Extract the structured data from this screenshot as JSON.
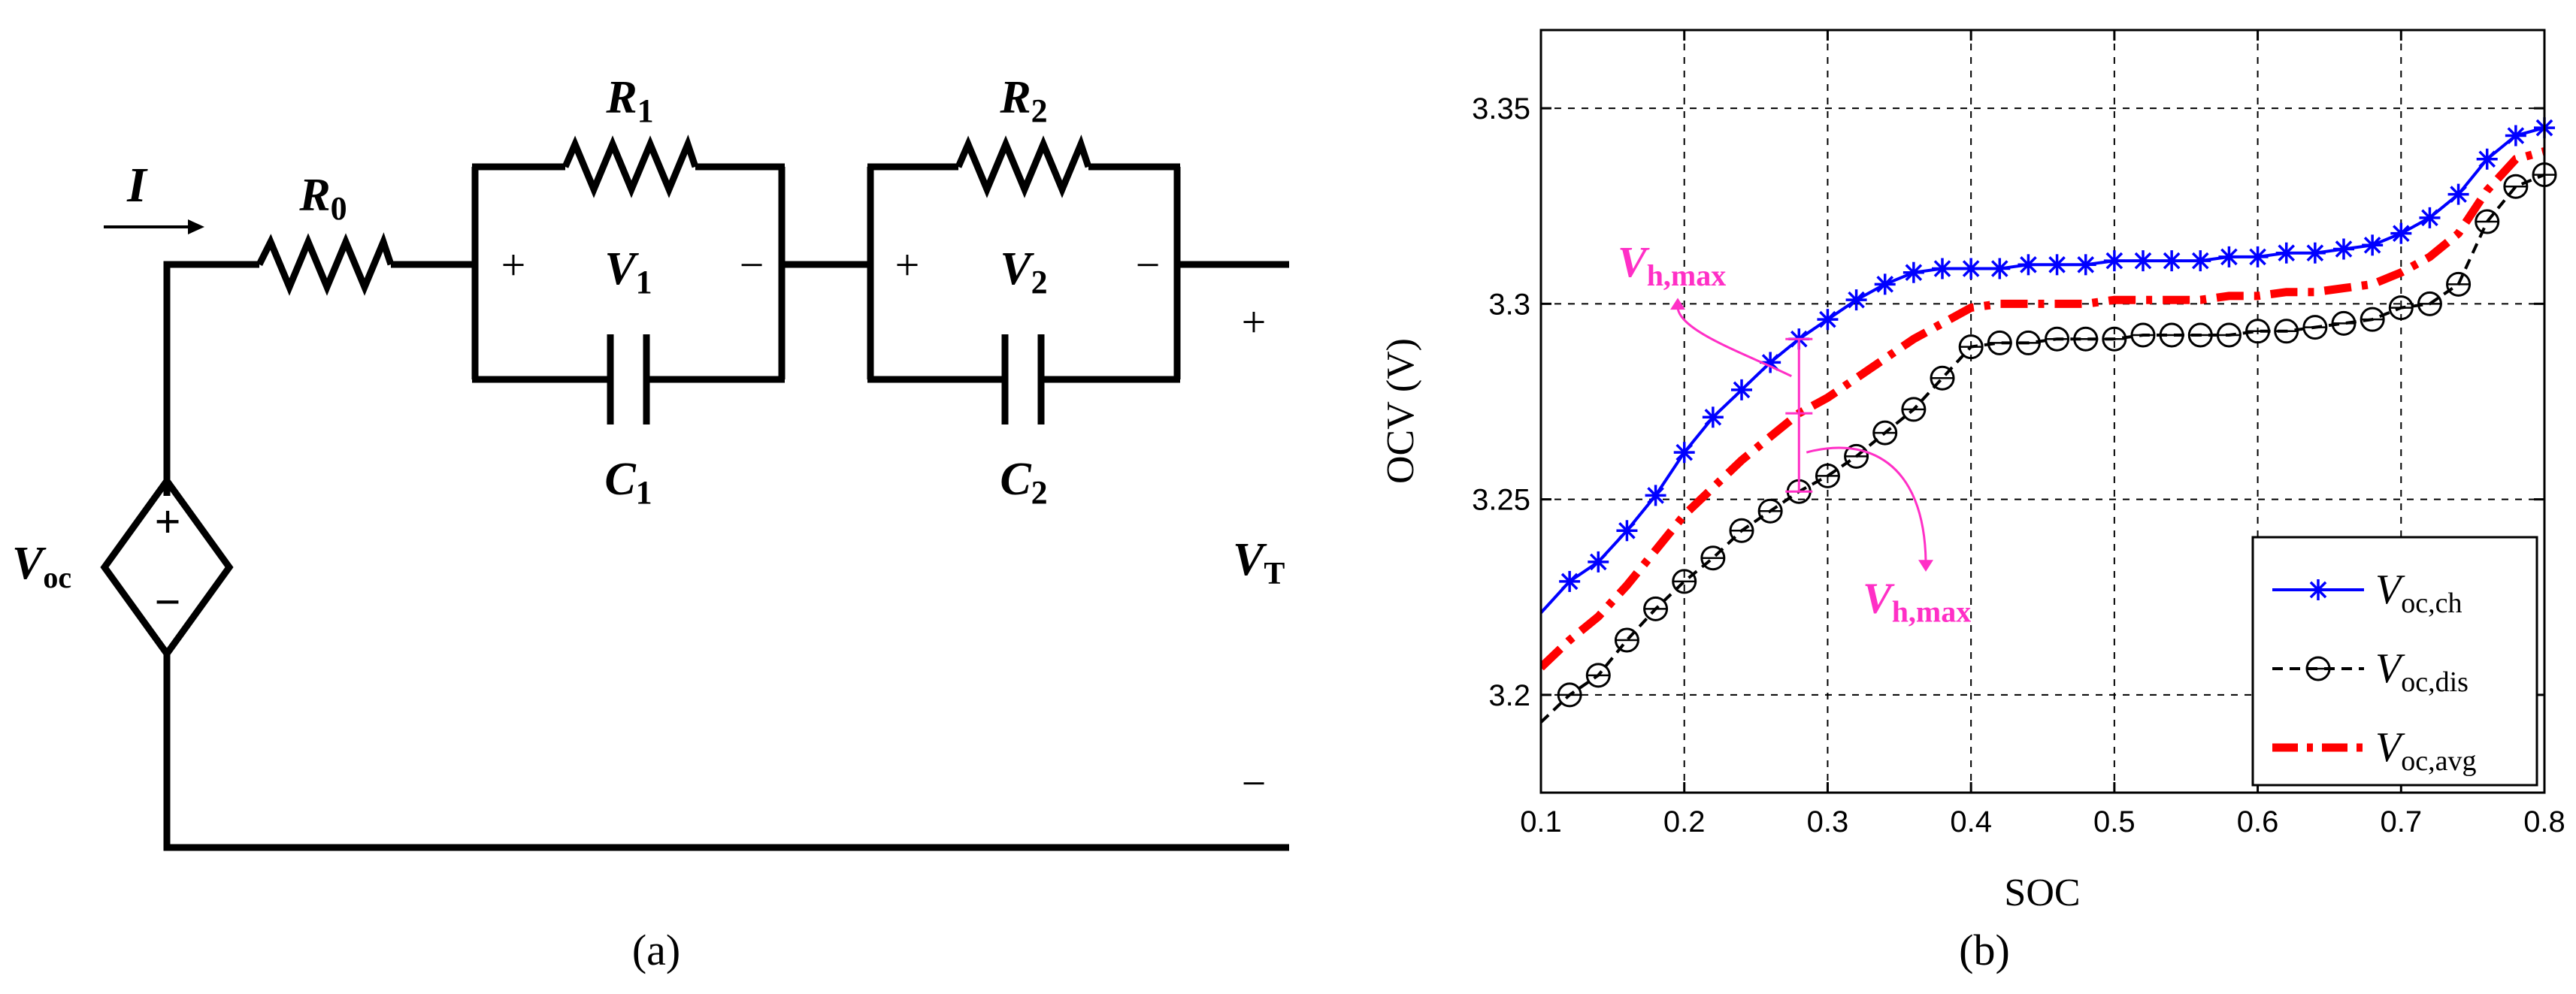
{
  "circuit": {
    "current_label": "I",
    "r0": {
      "main": "R",
      "sub": "0"
    },
    "r1": {
      "main": "R",
      "sub": "1"
    },
    "r2": {
      "main": "R",
      "sub": "2"
    },
    "c1": {
      "main": "C",
      "sub": "1"
    },
    "c2": {
      "main": "C",
      "sub": "2"
    },
    "v1": {
      "main": "V",
      "sub": "1"
    },
    "v2": {
      "main": "V",
      "sub": "2"
    },
    "voc": {
      "main": "V",
      "sub": "oc"
    },
    "vt": {
      "main": "V",
      "sub": "T"
    },
    "plus": "+",
    "minus": "−",
    "source_plus": "+",
    "source_minus": "−"
  },
  "panel_labels": {
    "a": "(a)",
    "b": "(b)"
  },
  "chart_data": {
    "type": "line",
    "xlabel": "SOC",
    "ylabel": "OCV (V)",
    "xlim": [
      0.1,
      0.8
    ],
    "ylim": [
      3.175,
      3.37
    ],
    "xticks": [
      "0.1",
      "0.2",
      "0.3",
      "0.4",
      "0.5",
      "0.6",
      "0.7",
      "0.8"
    ],
    "yticks": [
      "3.2",
      "3.25",
      "3.3",
      "3.35"
    ],
    "grid": true,
    "legend_position": "bottom-right",
    "series": [
      {
        "name": "V_oc,ch",
        "name_main": "V",
        "name_sub": "oc,ch",
        "color": "#0000ff",
        "line": "solid",
        "marker": "asterisk",
        "x": [
          0.1,
          0.12,
          0.14,
          0.16,
          0.18,
          0.2,
          0.22,
          0.24,
          0.26,
          0.28,
          0.3,
          0.32,
          0.34,
          0.36,
          0.38,
          0.4,
          0.42,
          0.44,
          0.46,
          0.48,
          0.5,
          0.52,
          0.54,
          0.56,
          0.58,
          0.6,
          0.62,
          0.64,
          0.66,
          0.68,
          0.7,
          0.72,
          0.74,
          0.76,
          0.78,
          0.8
        ],
        "y": [
          3.221,
          3.229,
          3.234,
          3.242,
          3.251,
          3.262,
          3.271,
          3.278,
          3.285,
          3.291,
          3.296,
          3.301,
          3.305,
          3.308,
          3.309,
          3.309,
          3.309,
          3.31,
          3.31,
          3.31,
          3.311,
          3.311,
          3.311,
          3.311,
          3.312,
          3.312,
          3.313,
          3.313,
          3.314,
          3.315,
          3.318,
          3.322,
          3.328,
          3.337,
          3.343,
          3.345
        ]
      },
      {
        "name": "V_oc,dis",
        "name_main": "V",
        "name_sub": "oc,dis",
        "color": "#000000",
        "line": "dashed",
        "marker": "circle",
        "x": [
          0.1,
          0.12,
          0.14,
          0.16,
          0.18,
          0.2,
          0.22,
          0.24,
          0.26,
          0.28,
          0.3,
          0.32,
          0.34,
          0.36,
          0.38,
          0.4,
          0.42,
          0.44,
          0.46,
          0.48,
          0.5,
          0.52,
          0.54,
          0.56,
          0.58,
          0.6,
          0.62,
          0.64,
          0.66,
          0.68,
          0.7,
          0.72,
          0.74,
          0.76,
          0.78,
          0.8
        ],
        "y": [
          3.193,
          3.2,
          3.205,
          3.214,
          3.222,
          3.229,
          3.235,
          3.242,
          3.247,
          3.252,
          3.256,
          3.261,
          3.267,
          3.273,
          3.281,
          3.289,
          3.29,
          3.29,
          3.291,
          3.291,
          3.291,
          3.292,
          3.292,
          3.292,
          3.292,
          3.293,
          3.293,
          3.294,
          3.295,
          3.296,
          3.299,
          3.3,
          3.305,
          3.321,
          3.33,
          3.333
        ]
      },
      {
        "name": "V_oc,avg",
        "name_main": "V",
        "name_sub": "oc,avg",
        "color": "#ff0000",
        "line": "dash-dot",
        "marker": "none",
        "x": [
          0.1,
          0.12,
          0.14,
          0.16,
          0.18,
          0.2,
          0.22,
          0.24,
          0.26,
          0.28,
          0.3,
          0.32,
          0.34,
          0.36,
          0.38,
          0.4,
          0.42,
          0.44,
          0.46,
          0.48,
          0.5,
          0.52,
          0.54,
          0.56,
          0.58,
          0.6,
          0.62,
          0.64,
          0.66,
          0.68,
          0.7,
          0.72,
          0.74,
          0.76,
          0.78,
          0.8
        ],
        "y": [
          3.207,
          3.214,
          3.22,
          3.228,
          3.237,
          3.246,
          3.253,
          3.26,
          3.266,
          3.272,
          3.276,
          3.281,
          3.286,
          3.291,
          3.295,
          3.299,
          3.3,
          3.3,
          3.3,
          3.3,
          3.301,
          3.301,
          3.301,
          3.301,
          3.302,
          3.302,
          3.303,
          3.303,
          3.304,
          3.305,
          3.308,
          3.312,
          3.318,
          3.329,
          3.337,
          3.339
        ]
      }
    ],
    "annotations": [
      {
        "main": "V",
        "sub": "h,max",
        "color": "#ff2fc6"
      },
      {
        "main": "V",
        "sub": "h,max",
        "color": "#ff2fc6"
      }
    ],
    "markers_at_x": 0.28
  }
}
